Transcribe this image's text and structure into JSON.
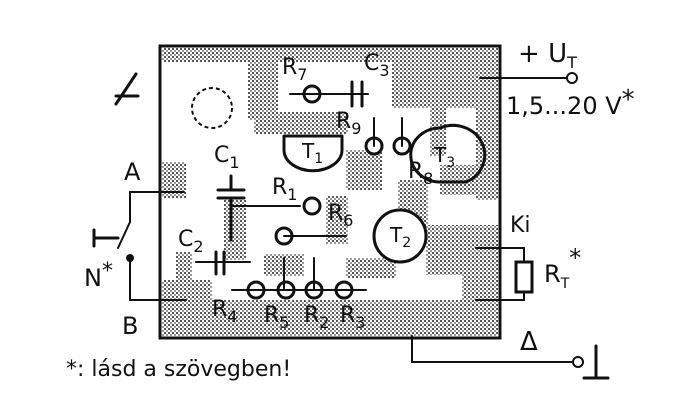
{
  "labels": {
    "supply_plus": "+",
    "supply_u": "U",
    "supply_sub": "T",
    "supply_range": "1,5...20 V",
    "asterisk": "*",
    "terminal_a": "A",
    "terminal_b": "B",
    "switch_n": "N",
    "output_ki": "Ki",
    "rt_r": "R",
    "rt_sub": "T",
    "ground_symbol": "Δ",
    "r7": "R",
    "r7_sub": "7",
    "c3": "C",
    "c3_sub": "3",
    "r9": "R",
    "r9_sub": "9",
    "c1": "C",
    "c1_sub": "1",
    "r1": "R",
    "r1_sub": "1",
    "r6": "R",
    "r6_sub": "6",
    "r8": "R",
    "r8_sub": "8",
    "c2": "C",
    "c2_sub": "2",
    "r4": "R",
    "r4_sub": "4",
    "r5": "R",
    "r5_sub": "5",
    "r2": "R",
    "r2_sub": "2",
    "r3": "R",
    "r3_sub": "3",
    "t1": "T",
    "t1_sub": "1",
    "t2": "T",
    "t2_sub": "2",
    "t3": "T",
    "t3_sub": "3",
    "footnote": "*: lásd a szövegben!"
  }
}
